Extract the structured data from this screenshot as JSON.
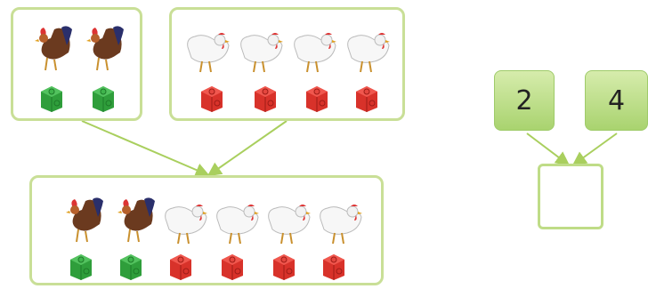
{
  "colors": {
    "panel_border": "#c9df97",
    "arrow": "#a9cf5e",
    "cube_green": "#2f9e3b",
    "cube_red": "#d8322a",
    "number_box": "#bfe08b"
  },
  "groups": {
    "left": {
      "animal": "rooster-icon",
      "cube": "green-cube-icon",
      "count": 2
    },
    "right": {
      "animal": "hen-icon",
      "cube": "red-cube-icon",
      "count": 4
    },
    "combined": {
      "roosters": 2,
      "hens": 4,
      "count": 6
    }
  },
  "number_bond": {
    "part_left": "2",
    "part_right": "4",
    "whole": ""
  }
}
